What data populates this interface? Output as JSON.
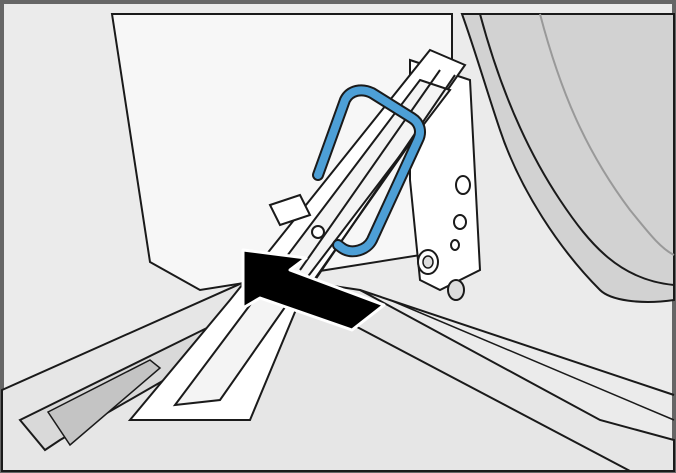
{
  "illustration": {
    "subject": "hinge-clip-installation",
    "colors": {
      "background": "#ebebeb",
      "outline": "#1a1a1a",
      "frame_border": "#666666",
      "drum_gray": "#cfcfcf",
      "highlight_blue": "#4d9fd6",
      "arrow": "#000000",
      "white": "#ffffff"
    },
    "icons": [
      "push-direction-arrow",
      "hinge-bracket",
      "retaining-clip"
    ]
  }
}
